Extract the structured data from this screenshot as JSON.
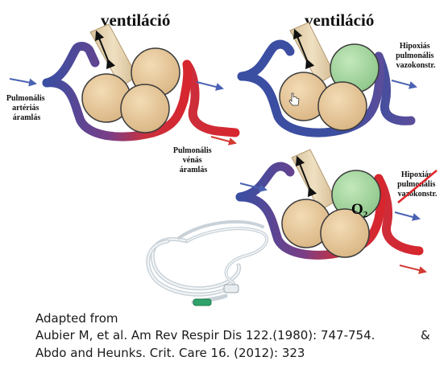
{
  "titles": {
    "left": "ventiláció",
    "right": "ventiláció"
  },
  "labels": {
    "arterial_flow": [
      "Pulmonális",
      "artériás",
      "áramlás"
    ],
    "venous_flow": [
      "Pulmonális",
      "vénás",
      "áramlás"
    ],
    "hpv": [
      "Hipoxiás",
      "pulmonális",
      "vazokonstr."
    ],
    "hpv_crossed": [
      "Hipoxiás",
      "pulmonális",
      "vazokonstr."
    ],
    "o2": "O",
    "o2_sub": "2"
  },
  "citation": {
    "line1": "Adapted from",
    "line2": "Aubier M, et al. Am Rev Respir Dis 122.(1980): 747-754.",
    "ampersand": "&",
    "line3": "Abdo and Heunks. Crit. Care 16. (2012): 323"
  },
  "colors": {
    "vessel_blue": "#3b4fa0",
    "vessel_red": "#d7262e",
    "alveolus": "#e8c79a",
    "alveolus_hypoxic": "#a8d8a0",
    "airway": "#e6d2ad",
    "arrow_blue": "#4a62b3",
    "arrow_red": "#d23a32"
  }
}
